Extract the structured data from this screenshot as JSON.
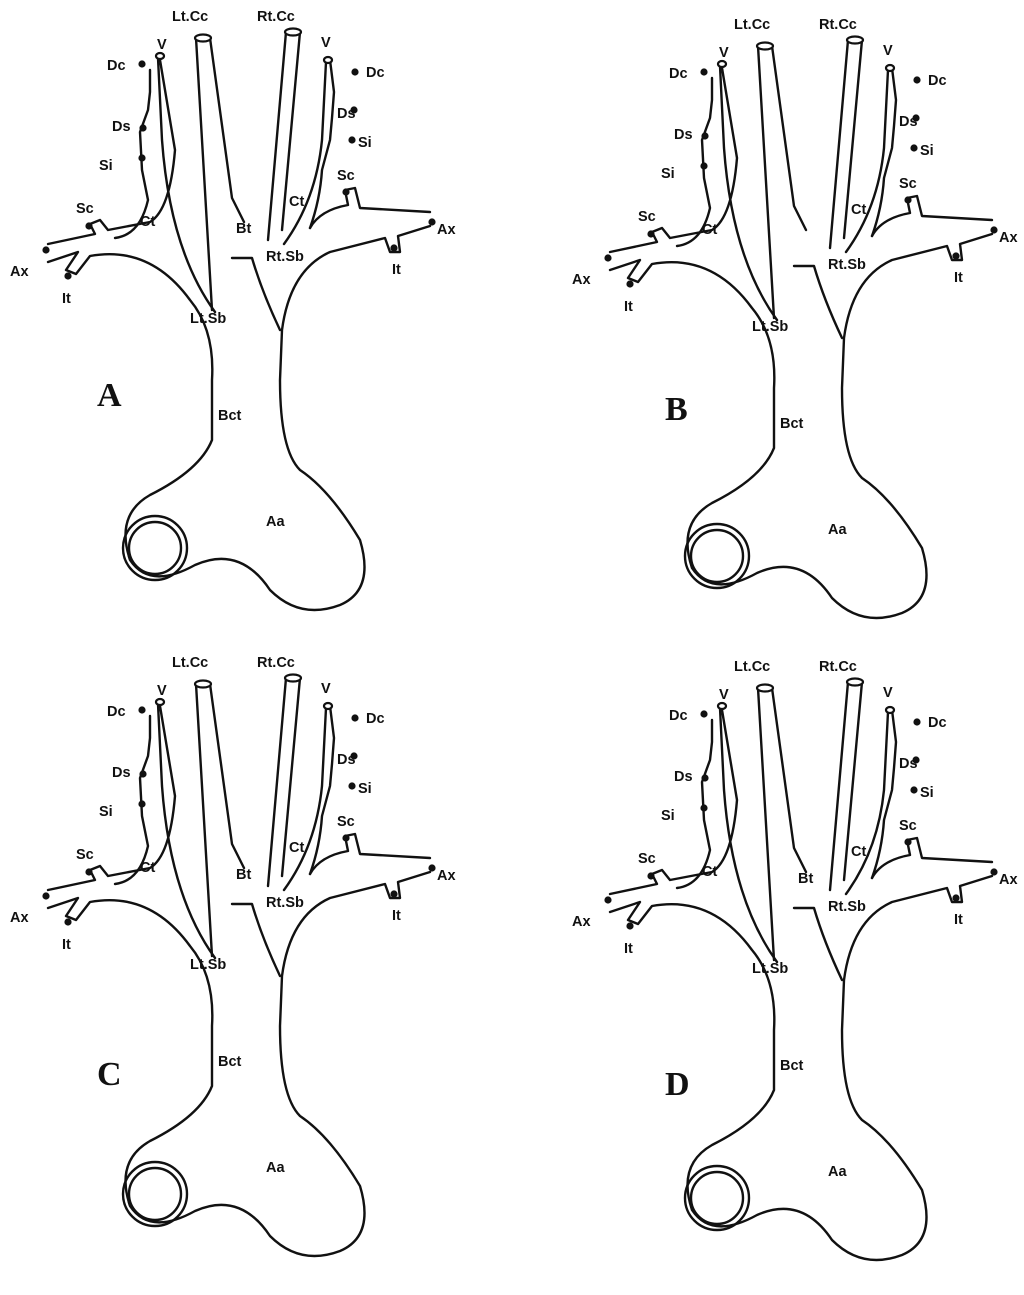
{
  "panels": [
    {
      "letter": "A",
      "labels": {
        "ltcc": "Lt.Cc",
        "rtcc": "Rt.Cc",
        "v_l": "V",
        "v_r": "V",
        "dc_l": "Dc",
        "dc_r": "Dc",
        "ds_l": "Ds",
        "ds_r": "Ds",
        "si_l": "Si",
        "si_r": "Si",
        "sc_l": "Sc",
        "sc_r": "Sc",
        "ct_l": "Ct",
        "ct_r": "Ct",
        "bt": "Bt",
        "ltsb": "Lt.Sb",
        "rtsb": "Rt.Sb",
        "ax_l": "Ax",
        "ax_r": "Ax",
        "it_l": "It",
        "it_r": "It",
        "bct": "Bct",
        "aa": "Aa"
      }
    },
    {
      "letter": "B",
      "labels": {
        "ltcc": "Lt.Cc",
        "rtcc": "Rt.Cc",
        "v_l": "V",
        "v_r": "V",
        "dc_l": "Dc",
        "dc_r": "Dc",
        "ds_l": "Ds",
        "ds_r": "Ds",
        "si_l": "Si",
        "si_r": "Si",
        "sc_l": "Sc",
        "sc_r": "Sc",
        "ct_l": "Ct",
        "ct_r": "Ct",
        "bt": "",
        "ltsb": "Lt.Sb",
        "rtsb": "Rt.Sb",
        "ax_l": "Ax",
        "ax_r": "Ax",
        "it_l": "It",
        "it_r": "It",
        "bct": "Bct",
        "aa": "Aa"
      }
    },
    {
      "letter": "C",
      "labels": {
        "ltcc": "Lt.Cc",
        "rtcc": "Rt.Cc",
        "v_l": "V",
        "v_r": "V",
        "dc_l": "Dc",
        "dc_r": "Dc",
        "ds_l": "Ds",
        "ds_r": "Ds",
        "si_l": "Si",
        "si_r": "Si",
        "sc_l": "Sc",
        "sc_r": "Sc",
        "ct_l": "Ct",
        "ct_r": "Ct",
        "bt": "Bt",
        "ltsb": "Lt.Sb",
        "rtsb": "Rt.Sb",
        "ax_l": "Ax",
        "ax_r": "Ax",
        "it_l": "It",
        "it_r": "It",
        "bct": "Bct",
        "aa": "Aa"
      }
    },
    {
      "letter": "D",
      "labels": {
        "ltcc": "Lt.Cc",
        "rtcc": "Rt.Cc",
        "v_l": "V",
        "v_r": "V",
        "dc_l": "Dc",
        "dc_r": "Dc",
        "ds_l": "Ds",
        "ds_r": "Ds",
        "si_l": "Si",
        "si_r": "Si",
        "sc_l": "Sc",
        "sc_r": "Sc",
        "ct_l": "Ct",
        "ct_r": "Ct",
        "bt": "Bt",
        "ltsb": "Lt.Sb",
        "rtsb": "Rt.Sb",
        "ax_l": "Ax",
        "ax_r": "Ax",
        "it_l": "It",
        "it_r": "It",
        "bct": "Bct",
        "aa": "Aa"
      }
    }
  ]
}
